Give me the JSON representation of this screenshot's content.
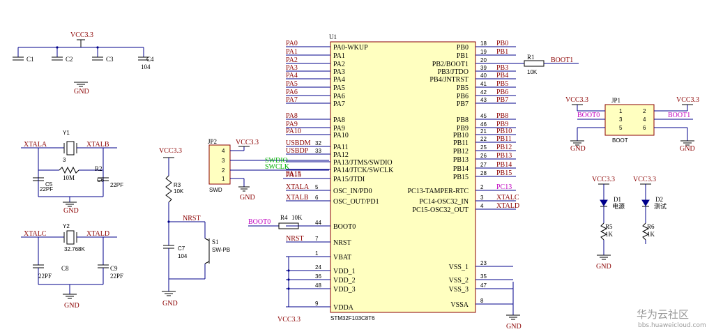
{
  "mcu": {
    "ref": "U1",
    "part": "STM32F103C8T6",
    "left_pins": [
      {
        "num": "",
        "name": "PA0-WKUP",
        "net": "PA0"
      },
      {
        "num": "",
        "name": "PA1",
        "net": "PA1"
      },
      {
        "num": "",
        "name": "PA2",
        "net": "PA2"
      },
      {
        "num": "",
        "name": "PA3",
        "net": "PA3"
      },
      {
        "num": "",
        "name": "PA4",
        "net": "PA4"
      },
      {
        "num": "",
        "name": "PA5",
        "net": "PA5"
      },
      {
        "num": "",
        "name": "PA6",
        "net": "PA6"
      },
      {
        "num": "",
        "name": "PA7",
        "net": "PA7"
      },
      {
        "num": "",
        "name": "PA8",
        "net": "PA8"
      },
      {
        "num": "",
        "name": "PA9",
        "net": "PA9"
      },
      {
        "num": "",
        "name": "PA10",
        "net": "PA10"
      },
      {
        "num": "32",
        "name": "PA11",
        "net": "USBDM"
      },
      {
        "num": "33",
        "name": "PA12",
        "net": "USBDP"
      },
      {
        "num": "",
        "name": "PA13/JTMS/SWDIO",
        "net": ""
      },
      {
        "num": "",
        "name": "PA14/JTCK/SWCLK",
        "net": ""
      },
      {
        "num": "",
        "name": "PA15/JTDI",
        "net": "PA15"
      },
      {
        "num": "5",
        "name": "OSC_IN/PD0",
        "net": "XTALA"
      },
      {
        "num": "6",
        "name": "OSC_OUT/PD1",
        "net": "XTALB"
      },
      {
        "num": "44",
        "name": "BOOT0",
        "net": ""
      },
      {
        "num": "7",
        "name": "NRST",
        "net": "NRST"
      },
      {
        "num": "1",
        "name": "VBAT",
        "net": ""
      },
      {
        "num": "24",
        "name": "VDD_1",
        "net": ""
      },
      {
        "num": "36",
        "name": "VDD_2",
        "net": ""
      },
      {
        "num": "48",
        "name": "VDD_3",
        "net": ""
      },
      {
        "num": "9",
        "name": "VDDA",
        "net": ""
      }
    ],
    "right_pins": [
      {
        "num": "18",
        "name": "PB0",
        "net": "PB0"
      },
      {
        "num": "19",
        "name": "PB1",
        "net": "PB1"
      },
      {
        "num": "20",
        "name": "PB2/BOOT1",
        "net": ""
      },
      {
        "num": "39",
        "name": "PB3/JTDO",
        "net": "PB3"
      },
      {
        "num": "40",
        "name": "PB4/JNTRST",
        "net": "PB4"
      },
      {
        "num": "41",
        "name": "PB5",
        "net": "PB5"
      },
      {
        "num": "42",
        "name": "PB6",
        "net": "PB6"
      },
      {
        "num": "43",
        "name": "PB7",
        "net": "PB7"
      },
      {
        "num": "45",
        "name": "PB8",
        "net": "PB8"
      },
      {
        "num": "46",
        "name": "PB9",
        "net": "PB9"
      },
      {
        "num": "21",
        "name": "PB10",
        "net": "PB10"
      },
      {
        "num": "22",
        "name": "PB11",
        "net": "PB11"
      },
      {
        "num": "25",
        "name": "PB12",
        "net": "PB12"
      },
      {
        "num": "26",
        "name": "PB13",
        "net": "PB13"
      },
      {
        "num": "27",
        "name": "PB14",
        "net": "PB14"
      },
      {
        "num": "28",
        "name": "PB15",
        "net": "PB15"
      },
      {
        "num": "2",
        "name": "PC13-TAMPER-RTC",
        "net": "PC13"
      },
      {
        "num": "3",
        "name": "PC14-OSC32_IN",
        "net": "XTALC"
      },
      {
        "num": "4",
        "name": "PC15-OSC32_OUT",
        "net": "XTALD"
      },
      {
        "num": "23",
        "name": "VSS_1",
        "net": ""
      },
      {
        "num": "35",
        "name": "VSS_2",
        "net": ""
      },
      {
        "num": "47",
        "name": "VSS_3",
        "net": ""
      },
      {
        "num": "8",
        "name": "VSSA",
        "net": ""
      }
    ]
  },
  "labels": {
    "vcc": "VCC3.3",
    "gnd": "GND",
    "boot1": "BOOT1",
    "boot0": "BOOT0",
    "nrst": "NRST",
    "swdio": "SWDIO",
    "swclk": "SWCLK",
    "pa15": "PA15",
    "xtala": "XTALA",
    "xtalb": "XTALB",
    "xtalc": "XTALC",
    "xtald": "XTALD"
  },
  "parts": {
    "c1": "C1",
    "c2": "C2",
    "c3": "C3",
    "c4": "C4",
    "c4_val": "104",
    "y1": "Y1",
    "y1_val": "3",
    "r2": "R2",
    "r2_val": "10M",
    "c5": "C5",
    "c5_val": "22PF",
    "c6": "C6",
    "c6_val": "22PF",
    "y2": "Y2",
    "y2_val": "32.768K",
    "c8": "C8",
    "c8_val": "22PF",
    "c9": "C9",
    "c9_val": "22PF",
    "r3": "R3",
    "r3_val": "10K",
    "c7": "C7",
    "c7_val": "104",
    "s1": "S1",
    "s1_val": "SW-PB",
    "jp2": "JP2",
    "jp2_name": "SWD",
    "jp2_pins": [
      "4",
      "3",
      "2",
      "1"
    ],
    "r1": "R1",
    "r1_val": "10K",
    "r4": "R4",
    "r4_val": "10K",
    "jp1": "JP1",
    "jp1_name": "BOOT",
    "jp1_left_pins": [
      "1",
      "3",
      "5"
    ],
    "jp1_right_pins": [
      "2",
      "4",
      "6"
    ],
    "d1": "D1",
    "d1_val": "电源",
    "d2": "D2",
    "d2_val": "测试",
    "r5": "R5",
    "r5_val": "1K",
    "r6": "R6",
    "r6_val": "1K",
    "u1_bottom_vcc": "VCC3.3"
  },
  "watermark": {
    "brand": "华为云社区",
    "url": "bbs.huaweicloud.com"
  }
}
